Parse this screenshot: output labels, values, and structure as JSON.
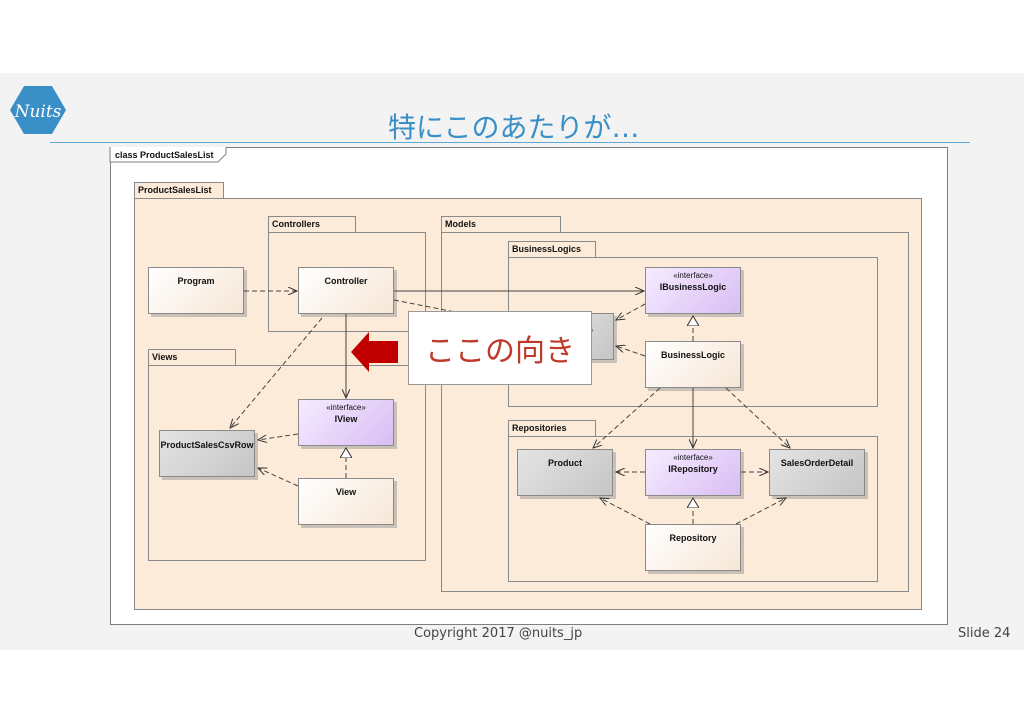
{
  "slide": {
    "title": "特にこのあたりが…",
    "logo_text": "Nuits",
    "copyright": "Copyright 2017 @nuits_jp",
    "slide_number": "Slide 24",
    "accent_color": "#3a8fc7"
  },
  "diagram": {
    "frame_label": "class ProductSalesList",
    "packages": {
      "root": "ProductSalesList",
      "controllers": "Controllers",
      "views": "Views",
      "models": "Models",
      "business_logics": "BusinessLogics",
      "repositories": "Repositories"
    },
    "classes": {
      "program": "Program",
      "controller": "Controller",
      "iview": "IView",
      "view": "View",
      "product_sales_csv_row": "ProductSalesCsvRow",
      "ibusiness_logic": "IBusinessLogic",
      "business_logic": "BusinessLogic",
      "product": "Product",
      "irepository": "IRepository",
      "sales_order_detail": "SalesOrderDetail",
      "repository": "Repository",
      "hidden_class_fragment": "s"
    },
    "stereotype": "«interface»",
    "callout": {
      "text": "ここの向き",
      "arrow_color": "#c00000"
    }
  }
}
